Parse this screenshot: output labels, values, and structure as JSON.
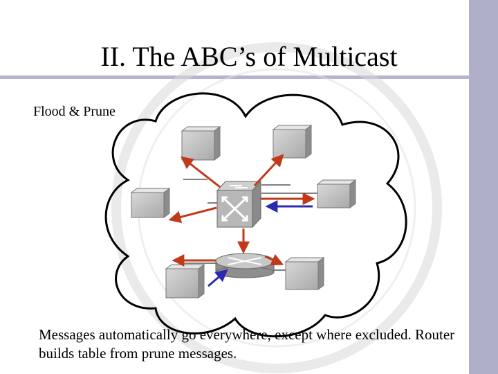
{
  "slide": {
    "title": "II. The ABC’s of Multicast",
    "subtitle": "Flood & Prune",
    "caption": "Messages automatically go everywhere, except where excluded.  Router builds table from prune messages."
  },
  "colors": {
    "sidebar": "#afafc9",
    "title_rule": "#b4b4cf",
    "flood_arrow": "#c0391b",
    "prune_arrow": "#2a2ab0",
    "host_box": "#bfbfbf",
    "watermark": "#d9d9d9"
  },
  "diagram": {
    "nodes": [
      {
        "name": "host-top-left",
        "type": "host"
      },
      {
        "name": "host-top-right",
        "type": "host"
      },
      {
        "name": "host-left",
        "type": "host"
      },
      {
        "name": "host-right",
        "type": "host"
      },
      {
        "name": "switch",
        "type": "switch-icon"
      },
      {
        "name": "router",
        "type": "router-icon"
      },
      {
        "name": "host-bottom-left",
        "type": "host"
      },
      {
        "name": "host-bottom-right",
        "type": "host"
      }
    ],
    "edges": [
      {
        "from": "switch",
        "to": "host-top-left",
        "kind": "flood"
      },
      {
        "from": "switch",
        "to": "host-top-right",
        "kind": "flood"
      },
      {
        "from": "switch",
        "to": "host-left",
        "kind": "flood"
      },
      {
        "from": "switch",
        "to": "host-right",
        "kind": "flood"
      },
      {
        "from": "switch",
        "to": "router",
        "kind": "flood"
      },
      {
        "from": "router",
        "to": "host-bottom-left",
        "kind": "flood"
      },
      {
        "from": "router",
        "to": "host-bottom-right",
        "kind": "flood"
      },
      {
        "from": "host-right",
        "to": "switch",
        "kind": "prune"
      },
      {
        "from": "host-bottom-left",
        "to": "router",
        "kind": "prune"
      }
    ]
  }
}
